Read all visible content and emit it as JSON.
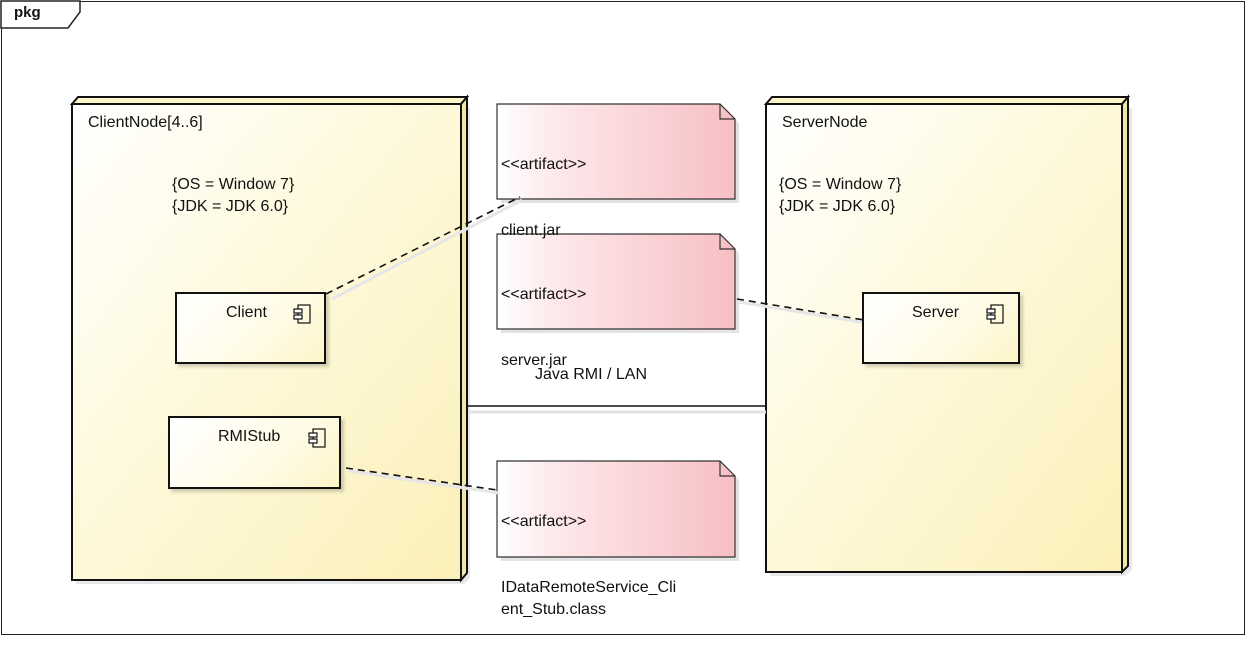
{
  "frame": {
    "label": "pkg"
  },
  "client_node": {
    "name": "ClientNode[4..6]",
    "constraint_os": "{OS = Window 7}",
    "constraint_jdk": "{JDK = JDK 6.0}"
  },
  "server_node": {
    "name": "ServerNode",
    "constraint_os": "{OS = Window 7}",
    "constraint_jdk": "{JDK = JDK 6.0}"
  },
  "components": {
    "client": "Client",
    "rmistub": "RMIStub",
    "server": "Server"
  },
  "artifacts": {
    "client_jar": {
      "stereotype": "<<artifact>>",
      "name": "client.jar"
    },
    "server_jar": {
      "stereotype": "<<artifact>>",
      "name": "server.jar"
    },
    "stub_class": {
      "stereotype": "<<artifact>>",
      "name": "IDataRemoteService_Cli\nent_Stub.class"
    }
  },
  "connection": {
    "label": "Java RMI / LAN"
  },
  "colors": {
    "node_fill": "#fdf6c9",
    "artifact_fill": "#f9c9cc",
    "line": "#111111"
  },
  "icons": {
    "component": "component-icon"
  }
}
